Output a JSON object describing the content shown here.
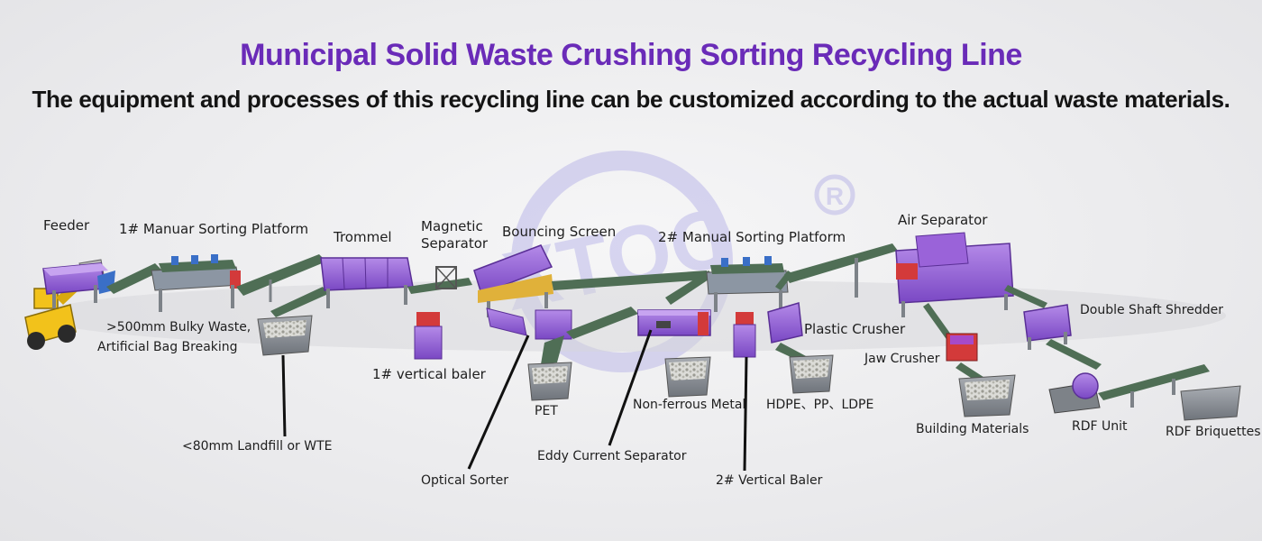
{
  "header": {
    "title": "Municipal Solid Waste Crushing Sorting Recycling Line",
    "subtitle": "The equipment and processes of this recycling line can be customized according to the actual waste materials."
  },
  "watermark": {
    "brand": "XTOO",
    "registered": "®"
  },
  "labels": {
    "feeder": "Feeder",
    "manual_platform_1": "1#  Manuar Sorting Platform",
    "trommel": "Trommel",
    "magnetic_separator_line1": "Magnetic",
    "magnetic_separator_line2": "Separator",
    "bouncing_screen": "Bouncing  Screen",
    "manual_platform_2": "2#  Manual Sorting Platform",
    "air_separator": "Air Separator",
    "bulky_waste_line1": ">500mm  Bulky Waste,",
    "bulky_waste_line2": "Artificial Bag Breaking",
    "vertical_baler_1": "1# vertical baler",
    "plastic_crusher": "Plastic Crusher",
    "double_shaft_shredder": "Double Shaft Shredder",
    "jaw_crusher": "Jaw Crusher",
    "pet": "PET",
    "non_ferrous_metal": "Non-ferrous Metal",
    "hdpe_pp_ldpe": "HDPE、PP、LDPE",
    "building_materials": "Building Materials",
    "rdf_unit": "RDF Unit",
    "rdf_briquettes": "RDF Briquettes",
    "landfill": "<80mm Landfill or WTE",
    "optical_sorter": "Optical Sorter",
    "eddy_current_separator": "Eddy Current Separator",
    "vertical_baler_2": "2# Vertical Baler"
  },
  "colors": {
    "title": "#6a2bb8",
    "machine_purple": "#9a63d9",
    "machine_dark": "#6b3fb0",
    "belt_green": "#4f6e55",
    "frame_grey": "#7d8288",
    "bin_grey": "#8c9096",
    "loader_yellow": "#f2c21b"
  }
}
